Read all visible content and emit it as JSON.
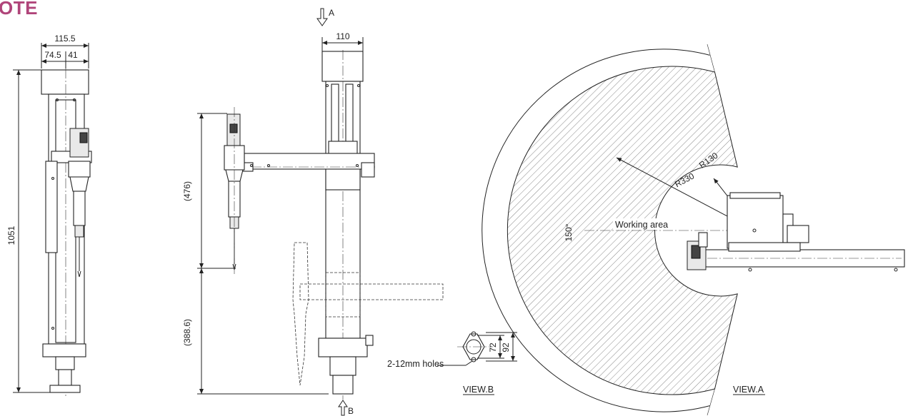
{
  "header": {
    "title": "OTE",
    "title_color": "#b0457a"
  },
  "view_side": {
    "dims": {
      "total_width": "115.5",
      "left_offset": "74.5",
      "right_offset": "41",
      "height": "1051"
    }
  },
  "view_front": {
    "arrow_top": "A",
    "arrow_bottom": "B",
    "dims": {
      "column_width": "110",
      "upper_stroke": "(476)",
      "lower_stroke": "(388.6)"
    }
  },
  "view_b": {
    "dims": {
      "inner": "72",
      "outer": "92"
    },
    "holes_label": "2-12mm holes",
    "caption": "VIEW.B"
  },
  "view_a": {
    "angle": "150°",
    "radius_inner": "R130",
    "radius_outer": "R330",
    "area_label": "Working area",
    "caption": "VIEW.A"
  },
  "colors": {
    "line": "#222222",
    "hatch": "#555555",
    "accent": "#b0457a"
  }
}
